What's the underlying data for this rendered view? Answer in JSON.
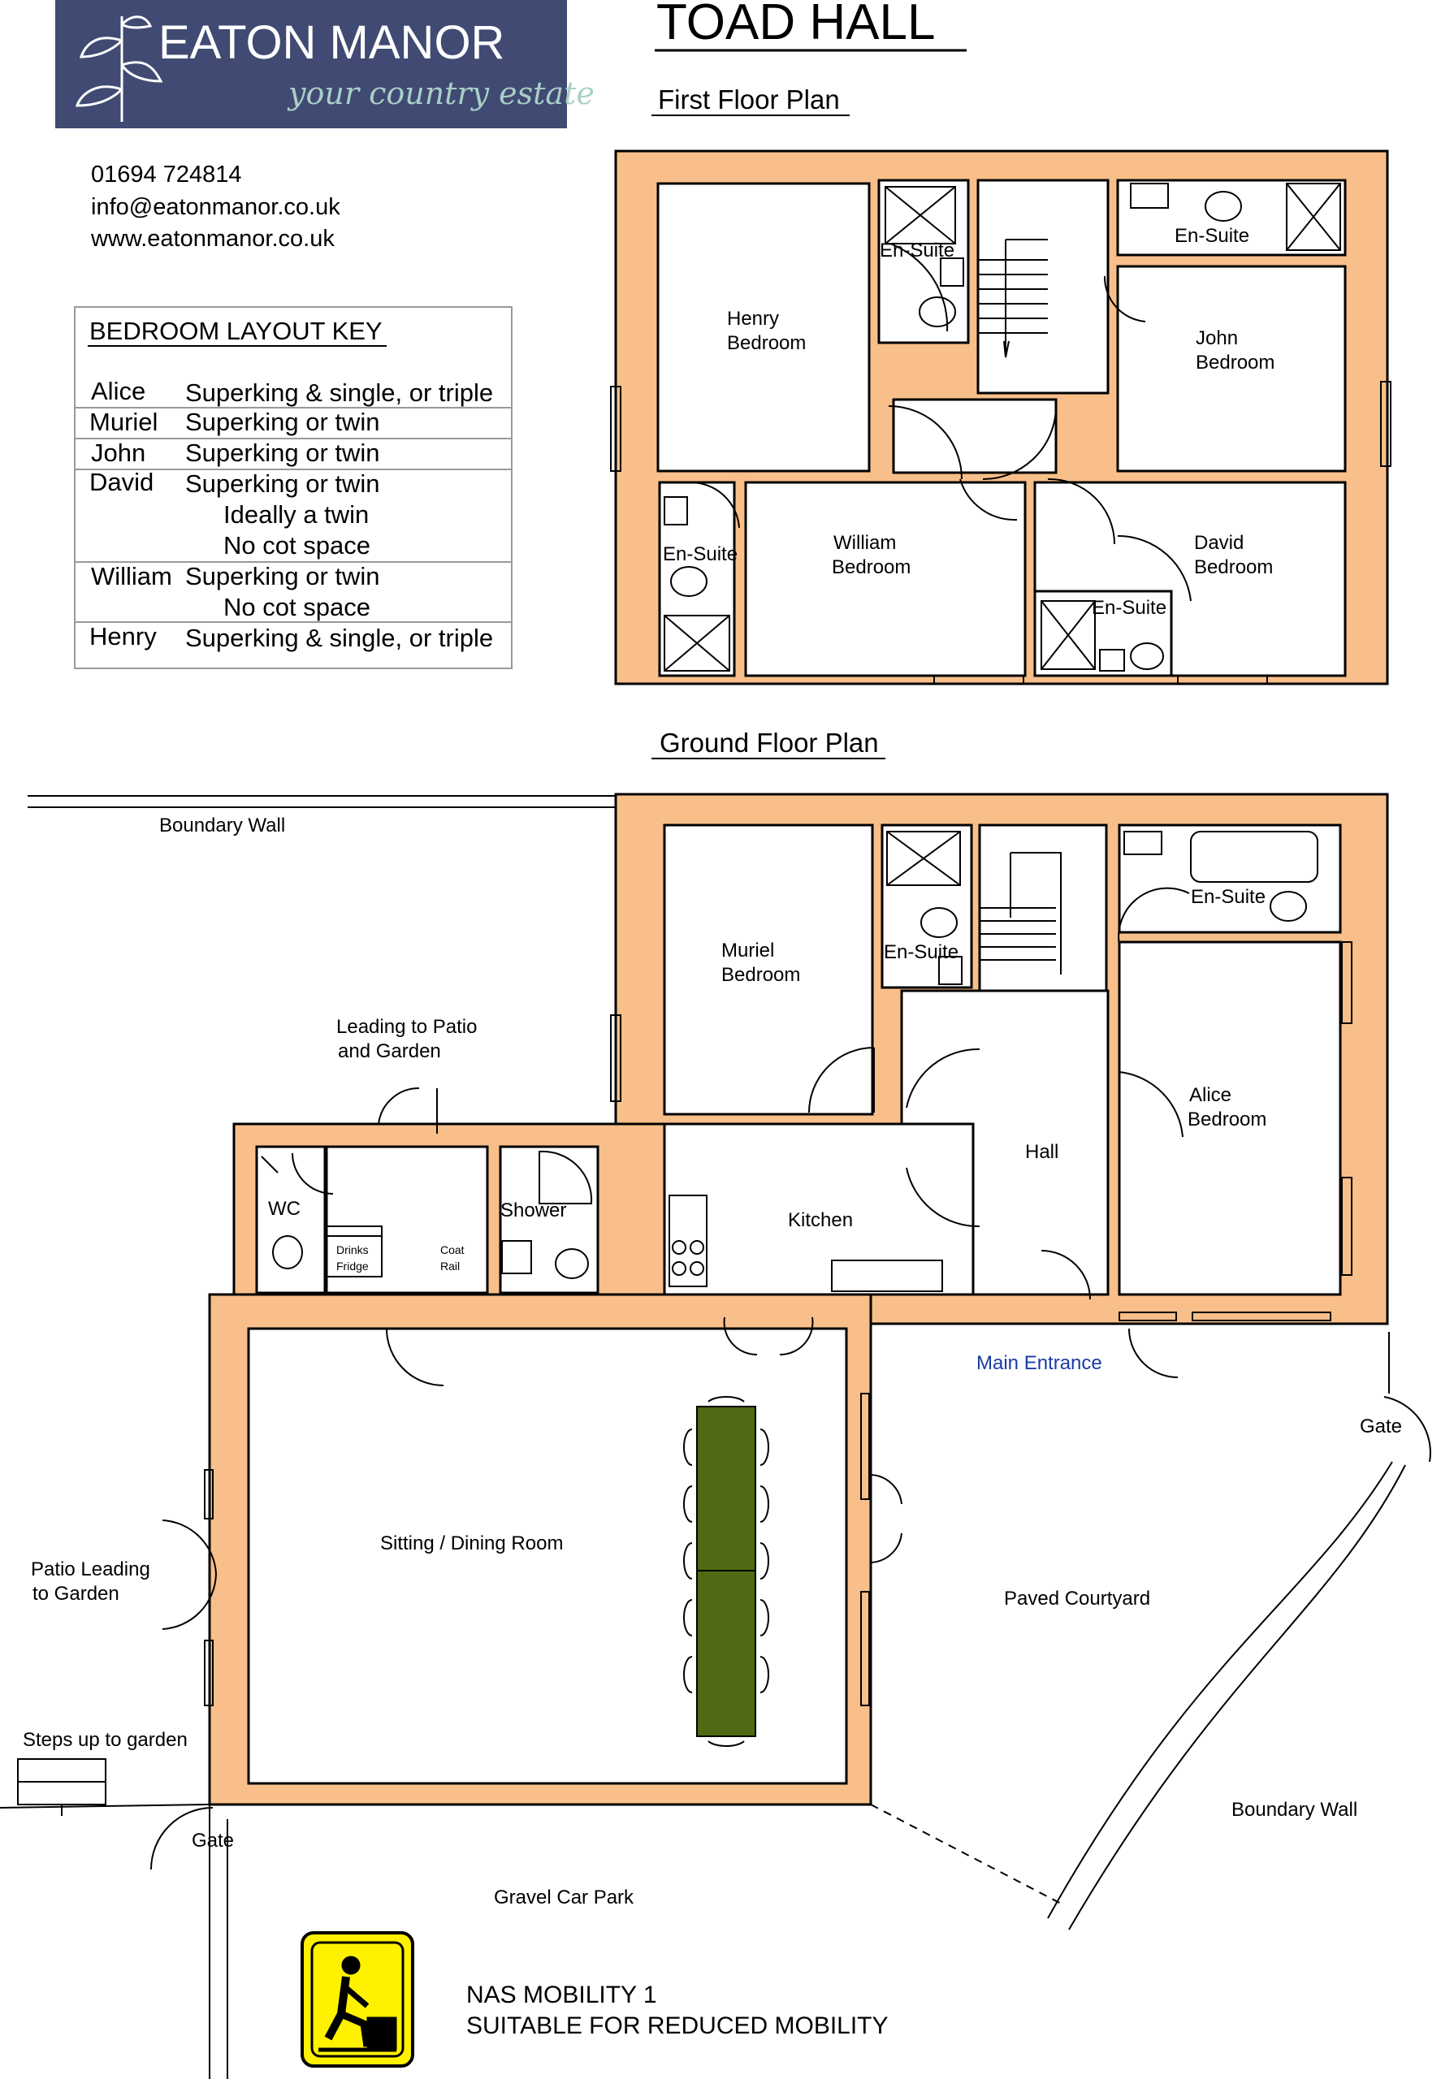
{
  "brand": {
    "name": "EATON MANOR",
    "tagline": "your country estate",
    "bg_color": "#404a72"
  },
  "title": "TOAD HALL",
  "contact": {
    "phone": "01694 724814",
    "email": "info@eatonmanor.co.uk",
    "web": "www.eatonmanor.co.uk"
  },
  "bedroom_key": {
    "heading": "BEDROOM LAYOUT KEY",
    "rows": [
      {
        "name": "Alice",
        "lines": [
          "Superking & single, or triple"
        ]
      },
      {
        "name": "Muriel",
        "lines": [
          "Superking or twin"
        ]
      },
      {
        "name": "John",
        "lines": [
          "Superking or twin"
        ]
      },
      {
        "name": "David",
        "lines": [
          "Superking or twin",
          "Ideally a twin",
          "No cot space"
        ]
      },
      {
        "name": "William",
        "lines": [
          "Superking or twin",
          "No cot space"
        ]
      },
      {
        "name": "Henry",
        "lines": [
          "Superking & single, or triple"
        ]
      }
    ]
  },
  "first_floor": {
    "heading": "First Floor Plan",
    "rooms": {
      "henry": [
        "Henry",
        "Bedroom"
      ],
      "john": [
        "John",
        "Bedroom"
      ],
      "william": [
        "William",
        "Bedroom"
      ],
      "david": [
        "David",
        "Bedroom"
      ],
      "ensuite_henry": "En-Suite",
      "ensuite_john": "En-Suite",
      "ensuite_william": "En-Suite",
      "ensuite_david": "En-Suite"
    }
  },
  "ground_floor": {
    "heading": "Ground Floor Plan",
    "labels": {
      "boundary_wall_top": "Boundary Wall",
      "muriel": [
        "Muriel",
        "Bedroom"
      ],
      "ensuite_muriel": "En-Suite",
      "ensuite_alice": "En-Suite",
      "alice": [
        "Alice",
        "Bedroom"
      ],
      "hall": "Hall",
      "kitchen": "Kitchen",
      "leading_patio": [
        "Leading to Patio",
        "and Garden"
      ],
      "wc": "WC",
      "shower": "Shower",
      "drinks_fridge": [
        "Drinks",
        "Fridge"
      ],
      "coat_rail": [
        "Coat",
        "Rail"
      ],
      "main_entrance": "Main Entrance",
      "gate_right": "Gate",
      "sitting_dining": "Sitting / Dining Room",
      "paved_courtyard": "Paved Courtyard",
      "patio_leading": [
        "Patio Leading",
        "to Garden"
      ],
      "steps": "Steps up to garden",
      "gate_left": "Gate",
      "boundary_wall_right": "Boundary Wall",
      "gravel_car_park": "Gravel Car Park"
    }
  },
  "mobility": {
    "line1": "NAS MOBILITY 1",
    "line2": "SUITABLE FOR REDUCED MOBILITY",
    "sign_color": "#fff200"
  },
  "colors": {
    "wall": "#f9bf8a",
    "table": "#4e6a12",
    "entrance_text": "#1a3aa8"
  }
}
